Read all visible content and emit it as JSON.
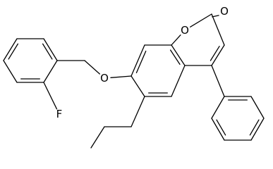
{
  "molecule": {
    "atoms": {
      "carbonyl_oxygen": "O",
      "ring_oxygen": "O",
      "ether_oxygen": "O",
      "fluorine": "F"
    }
  }
}
